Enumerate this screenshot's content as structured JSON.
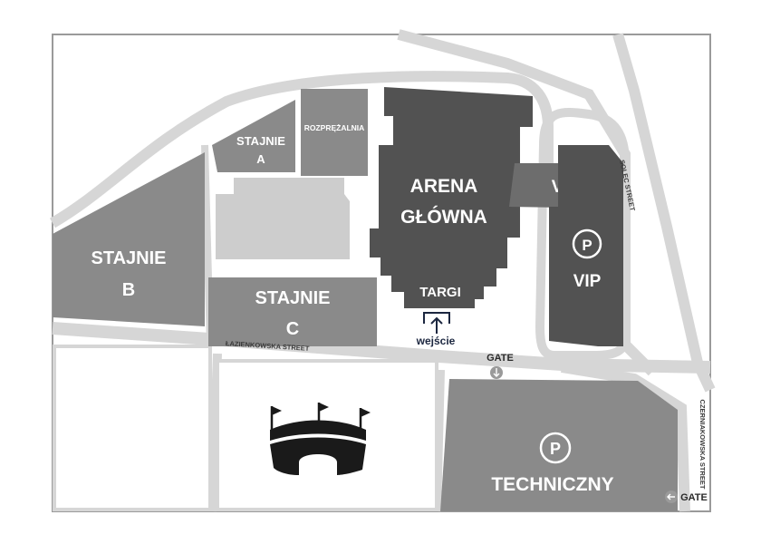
{
  "map": {
    "buildings": {
      "stajnie_a": {
        "line1": "STAJNIE",
        "line2": "A"
      },
      "rozprezalnia": "ROZPRĘŻALNIA",
      "arena_glowna": {
        "line1": "ARENA",
        "line2": "GŁÓWNA"
      },
      "targi": "TARGI",
      "vip_bridge": "VIP",
      "vip_parking": {
        "symbol": "P",
        "label": "VIP"
      },
      "stajnie_b": {
        "line1": "STAJNIE",
        "line2": "B"
      },
      "stajnie_c": {
        "line1": "STAJNIE",
        "line2": "C"
      },
      "techniczny": {
        "symbol": "P",
        "label": "TECHNICZNY"
      }
    },
    "entrance": {
      "label": "wejście"
    },
    "gates": {
      "gate_south": "GATE",
      "gate_east": "GATE"
    },
    "streets": {
      "lazienkowska": "ŁAZIENKOWSKA STREET",
      "solec": "SOLEC STREET",
      "czerniakowska": "CZERNIAKOWSKA STREET"
    },
    "icons": {
      "stadium": "stadium-icon",
      "parking": "parking-icon",
      "entrance": "entrance-arrow-icon",
      "gate_down": "arrow-down-icon",
      "gate_left": "arrow-left-icon"
    },
    "colors": {
      "road": "#d6d6d6",
      "building_mid": "#8a8a8a",
      "building_dark": "#525252",
      "building_light": "#cdcdcd",
      "navy": "#1c2740"
    }
  }
}
